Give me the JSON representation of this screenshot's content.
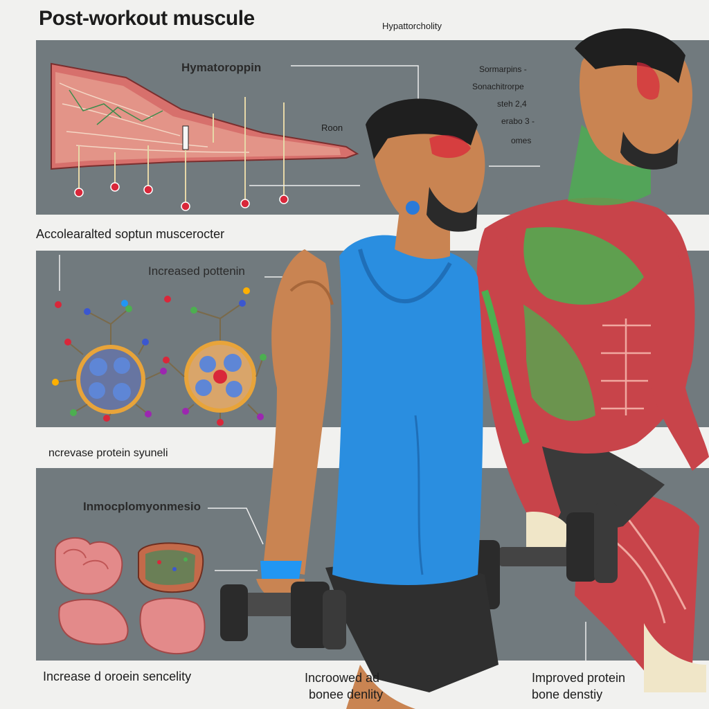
{
  "title": "Post-workout muscule",
  "header_label": "Hypattorcholity",
  "panel1": {
    "label_top": "Hymatoroppin",
    "label_right": "Roon"
  },
  "side_labels": [
    "Sormarpins -",
    "Sonachitrorpe",
    "steh 2,4",
    "erabo 3 -",
    "omes"
  ],
  "section2_heading": "Accolearalted soptun muscerocter",
  "panel2": {
    "label": "Increased pottenin"
  },
  "section3_heading": "ncrevase protein syuneli",
  "panel3": {
    "label": "Inmocplomyonmesio"
  },
  "bottom_captions": {
    "left": "Increase d oroein sencelity",
    "middle_line1": "Incroowed ad",
    "middle_line2": "bonee denlity",
    "right_line1": "Improved protein",
    "right_line2": "bone denstiy"
  },
  "colors": {
    "panel": "#717a7e",
    "muscle_red": "#c8444a",
    "muscle_green": "#4caf50",
    "tank_top": "#2a8ee0",
    "skin": "#c98452",
    "background": "#f1f1ef"
  }
}
